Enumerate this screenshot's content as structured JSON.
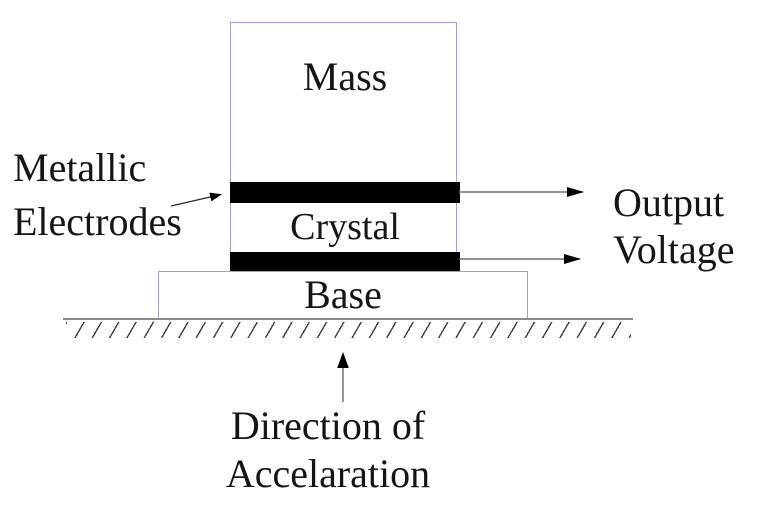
{
  "labels": {
    "mass": "Mass",
    "crystal": "Crystal",
    "base": "Base",
    "electrodes": {
      "line1": "Metallic",
      "line2": "Electrodes"
    },
    "output": {
      "line1": "Output",
      "line2": "Voltage"
    },
    "direction": {
      "line1": "Direction of",
      "line2": "Accelaration"
    }
  },
  "colors": {
    "box_border": "#9e9ed8",
    "electrode_fill": "#000000",
    "ground_line": "#8a8a8a",
    "arrow_shaft": "#6e6e6e",
    "arrow_head": "#000000",
    "text": "#151515",
    "background": "#ffffff"
  }
}
